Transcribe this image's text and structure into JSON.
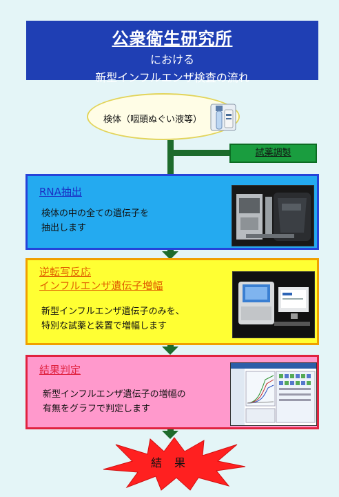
{
  "header": {
    "title": "公衆衛生研究所",
    "subtitle_line1": "における",
    "subtitle_line2": "新型インフルエンザ検査の流れ"
  },
  "specimen": {
    "label": "検体（咽頭ぬぐい液等）"
  },
  "reagent": {
    "label": "試薬調製"
  },
  "steps": [
    {
      "title": "RNA抽出",
      "desc_line1": "検体の中の全ての遺伝子を",
      "desc_line2": "抽出します"
    },
    {
      "title_line1": "逆転写反応",
      "title_line2": "インフルエンザ遺伝子増幅",
      "desc_line1": "新型インフルエンザ遺伝子のみを、",
      "desc_line2": "特別な試薬と装置で増幅します"
    },
    {
      "title": "結果判定",
      "desc_line1": "新型インフルエンザ遺伝子の増幅の",
      "desc_line2": "有無をグラフで判定します"
    }
  ],
  "result": {
    "label": "結果"
  },
  "colors": {
    "header_bg": "#1f3fb4",
    "rna_box": "#24aaf0",
    "rt_box": "#ffff33",
    "judge_box": "#ff99cc",
    "connector": "#1d6b2c",
    "burst": "#ff2020"
  }
}
